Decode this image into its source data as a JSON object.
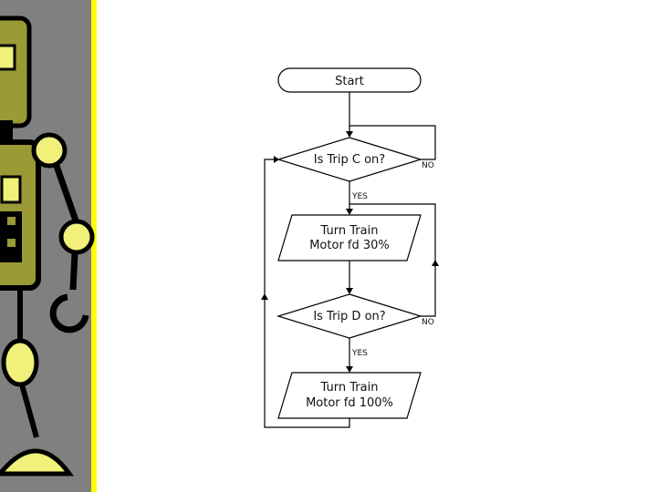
{
  "colors": {
    "sidebar_gray": "#808080",
    "sidebar_stripe": "#ffff00",
    "robot_body": "#9a9a36",
    "robot_joint": "#f0f07a",
    "robot_outline": "#000000"
  },
  "decoration": {
    "sidebar_image": "robot-illustration"
  },
  "flowchart": {
    "start": "Start",
    "decision_c": "Is Trip C on?",
    "action_30": [
      "Turn Train",
      "Motor fd 30%"
    ],
    "decision_d": "Is Trip D on?",
    "action_100": [
      "Turn Train",
      "Motor fd 100%"
    ],
    "yes_label": "YES",
    "no_label": "NO"
  }
}
